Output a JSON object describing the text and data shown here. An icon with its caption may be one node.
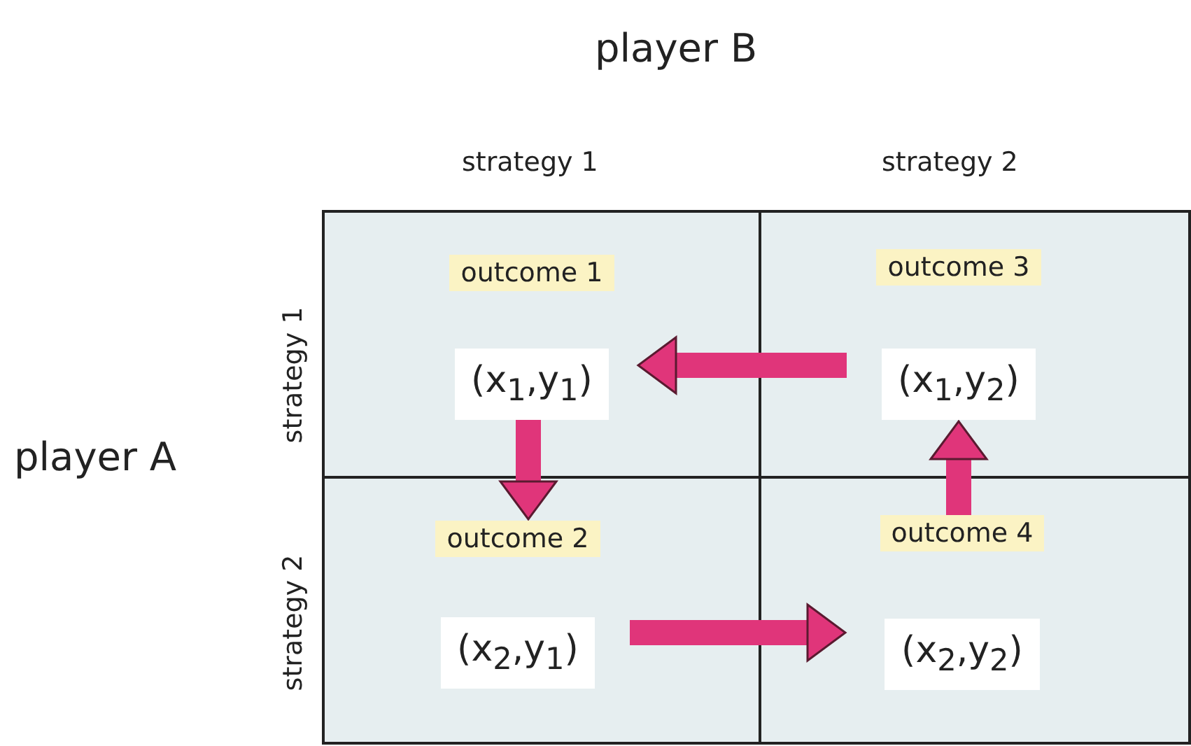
{
  "diagram": {
    "nodes": [
      {
        "text": [
          "outcome 1",
          "(x$_{1}$,y$_{1}$)"
        ]
      },
      {
        "text": [
          "outcome 2",
          "(x$_{2}$,y$_{1}$)"
        ]
      },
      {
        "text": [
          "outcome 3",
          "(x$_{1}$,y$_{2}$)"
        ]
      },
      {
        "text": [
          "outcome 4",
          "(x$_{2}$,y$_{2}$)"
        ]
      }
    ],
    "edges": [
      {
        "from": 2,
        "to": 0,
        "arrow": "to"
      },
      {
        "from": 0,
        "to": 1,
        "arrow": "to"
      },
      {
        "from": 1,
        "to": 3,
        "arrow": "to"
      },
      {
        "from": 3,
        "to": 2,
        "arrow": "to"
      }
    ],
    "labels": [
      "player B",
      "strategy 1",
      "strategy 2",
      "player A",
      "strategy 1",
      "strategy 2"
    ]
  }
}
